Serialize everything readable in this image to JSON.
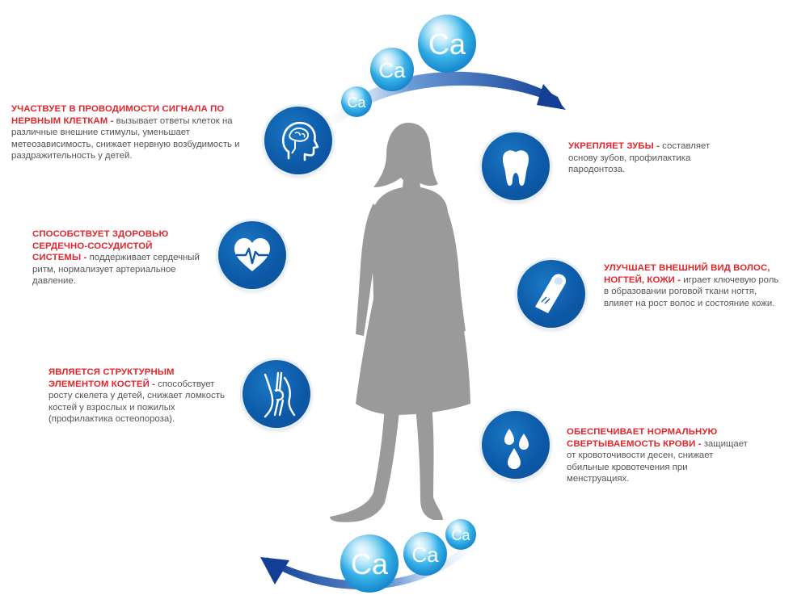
{
  "calcium_label": "Ca",
  "left_items": [
    {
      "highlight": "УЧАСТВУЕТ В ПРОВОДИМОСТИ СИГНАЛА ПО НЕРВНЫМ КЛЕТКАМ -",
      "body": " вызывает ответы клеток на различные внешние стимулы, уменьшает метеозависимость, снижает нервную возбудимость и раздражительность у детей.",
      "icon": "brain-head-icon"
    },
    {
      "highlight": "СПОСОБСТВУЕТ ЗДОРОВЬЮ СЕРДЕЧНО-СОСУДИСТОЙ СИСТЕМЫ -",
      "body": " поддерживает сердечный ритм, нормализует артериальное давление.",
      "icon": "heart-pulse-icon"
    },
    {
      "highlight": "ЯВЛЯЕТСЯ СТРУКТУРНЫМ ЭЛЕМЕНТОМ КОСТЕЙ -",
      "body": " способствует росту скелета у детей, снижает ломкость костей у взрослых и пожилых (профилактика остеопороза).",
      "icon": "knee-joint-icon"
    }
  ],
  "right_items": [
    {
      "highlight": "УКРЕПЛЯЕТ ЗУБЫ  -",
      "body": " составляет основу зубов, профилактика пародонтоза.",
      "icon": "tooth-icon"
    },
    {
      "highlight": "УЛУЧШАЕТ ВНЕШНИЙ ВИД ВОЛОС, НОГТЕЙ, КОЖИ -",
      "body": " играет ключевую роль в образовании роговой ткани ногтя, влияет на рост волос и состояние кожи.",
      "icon": "fingernail-icon"
    },
    {
      "highlight": "ОБЕСПЕЧИВАЕТ НОРМАЛЬНУЮ СВЕРТЫВАЕМОСТЬ КРОВИ -",
      "body": " защищает от кровоточивости десен, снижает обильные кровотечения при менструациях.",
      "icon": "blood-drops-icon"
    }
  ],
  "colors": {
    "highlight": "#e1262d",
    "body_text": "#555555",
    "icon_blue": "#0d5aa8",
    "arc_blue": "#1b57b0",
    "silhouette": "#9a9a9a"
  }
}
